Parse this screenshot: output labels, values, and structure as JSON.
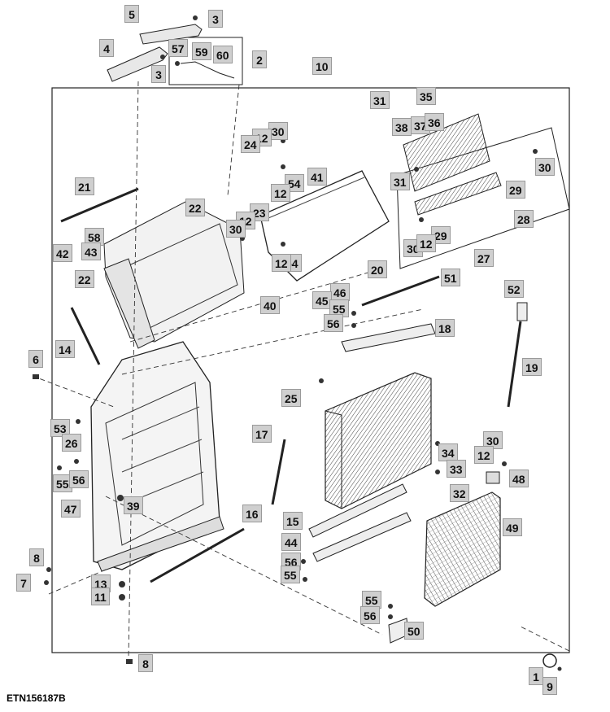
{
  "figure_code": "ETN156187B",
  "callouts": [
    "5",
    "3",
    "4",
    "57",
    "59",
    "60",
    "2",
    "10",
    "3",
    "31",
    "35",
    "38",
    "37",
    "36",
    "30",
    "12",
    "24",
    "31",
    "54",
    "41",
    "12",
    "30",
    "29",
    "28",
    "21",
    "22",
    "23",
    "12",
    "30",
    "29",
    "30",
    "12",
    "58",
    "43",
    "42",
    "54",
    "12",
    "22",
    "20",
    "27",
    "51",
    "46",
    "45",
    "55",
    "40",
    "56",
    "14",
    "18",
    "52",
    "19",
    "6",
    "25",
    "17",
    "30",
    "34",
    "53",
    "26",
    "12",
    "33",
    "55",
    "56",
    "48",
    "47",
    "39",
    "32",
    "16",
    "49",
    "15",
    "44",
    "8",
    "56",
    "55",
    "7",
    "13",
    "11",
    "55",
    "56",
    "50",
    "8",
    "1",
    "9"
  ],
  "colors": {
    "callout_fill": "#cfcfcf",
    "line": "#222222"
  }
}
